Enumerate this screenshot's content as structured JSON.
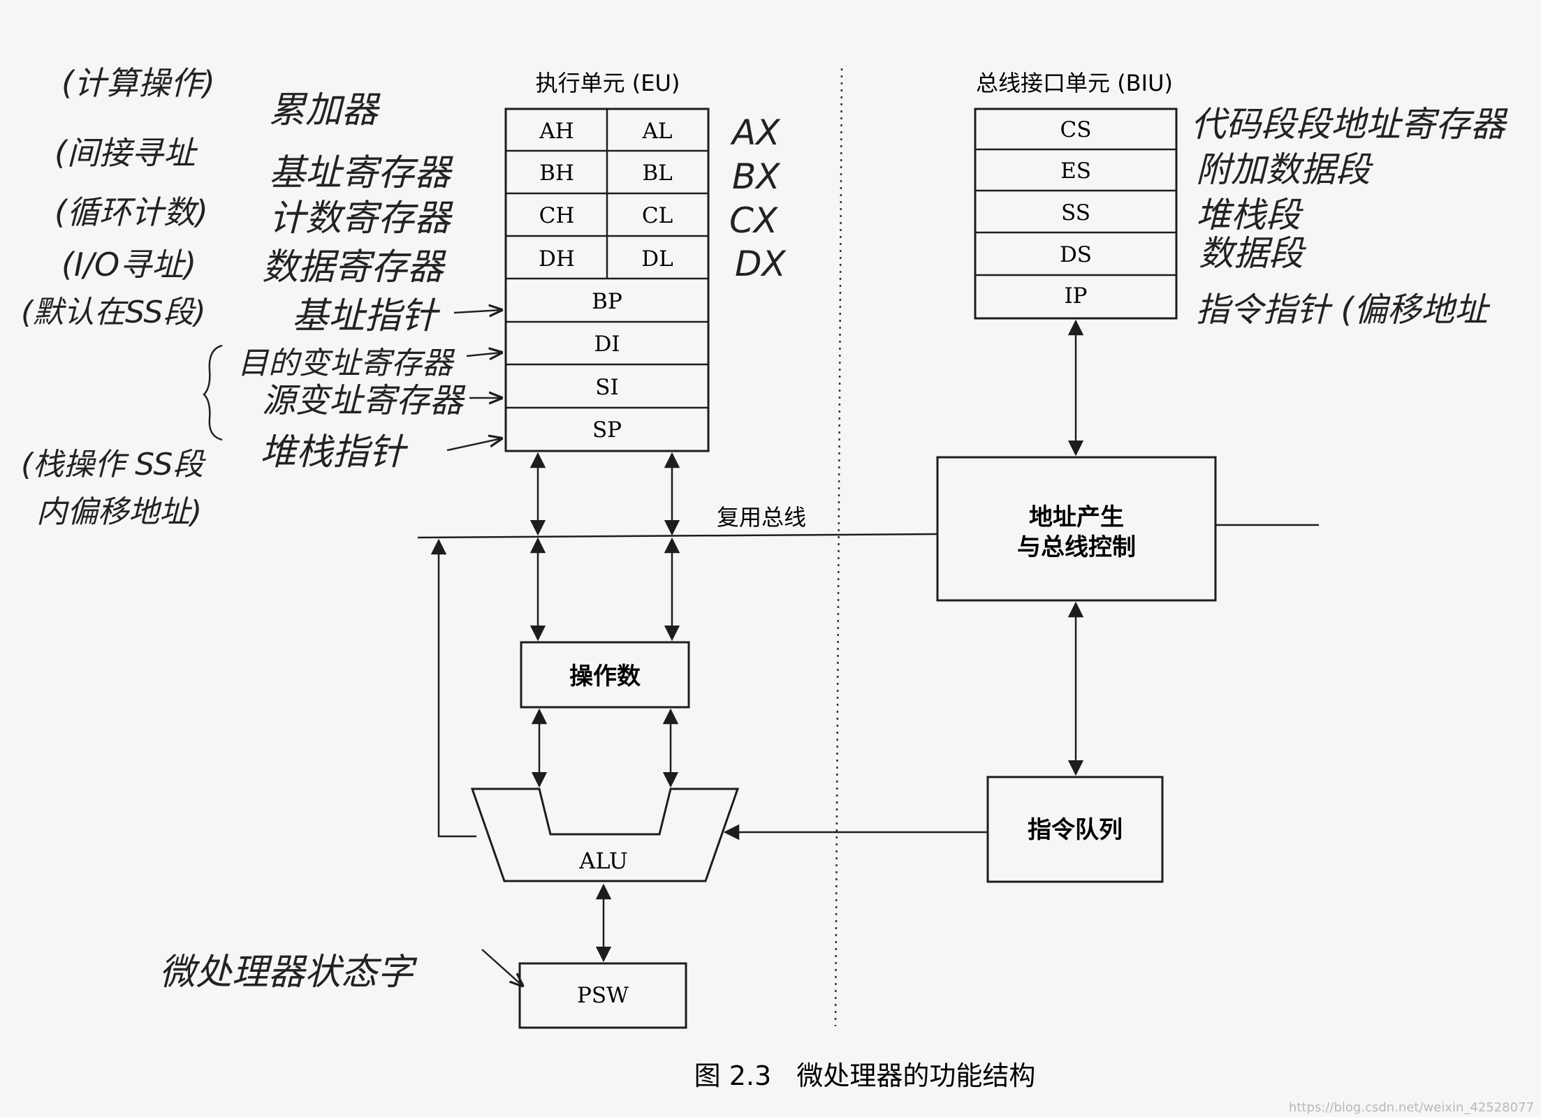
{
  "eu": {
    "title": "执行单元 (EU)",
    "registers": [
      {
        "left": "AH",
        "right": "AL",
        "note": "AX"
      },
      {
        "left": "BH",
        "right": "BL",
        "note": "BX"
      },
      {
        "left": "CH",
        "right": "CL",
        "note": "CX"
      },
      {
        "left": "DH",
        "right": "DL",
        "note": "DX"
      },
      {
        "label": "BP"
      },
      {
        "label": "DI"
      },
      {
        "label": "SI"
      },
      {
        "label": "SP"
      }
    ],
    "operand_label": "操作数",
    "alu_label": "ALU",
    "psw_label": "PSW"
  },
  "biu": {
    "title": "总线接口单元 (BIU)",
    "registers": [
      "CS",
      "ES",
      "SS",
      "DS",
      "IP"
    ],
    "addr_ctrl_line1": "地址产生",
    "addr_ctrl_line2": "与总线控制",
    "queue_label": "指令队列"
  },
  "bus_label": "复用总线",
  "caption": "图 2.3   微处理器的功能结构",
  "watermark": "https://blog.csdn.net/weixin_42528077",
  "handwritten_left": {
    "row1_paren": "(计算操作)",
    "row1_name": "累加器",
    "row2_paren": "(间接寻址",
    "row2_name": "基址寄存器",
    "row3_paren": "(循环计数)",
    "row3_name": "计数寄存器",
    "row4_paren": "(I/O寻址)",
    "row4_name": "数据寄存器",
    "row5_paren": "(默认在SS段)",
    "row5_name": "基址指针",
    "row6_name": "目的变址寄存器",
    "row7_name": "源变址寄存器",
    "row8_paren_a": "(栈操作 SS段",
    "row8_paren_b": "内偏移地址)",
    "row8_name": "堆栈指针",
    "psw_name": "微处理器状态字"
  },
  "handwritten_right": {
    "cs_note": "代码段段地址寄存器",
    "es_note": "附加数据段",
    "ss_note": "堆栈段",
    "ds_note": "数据段",
    "ip_note": "指令指针 (偏移地址"
  }
}
